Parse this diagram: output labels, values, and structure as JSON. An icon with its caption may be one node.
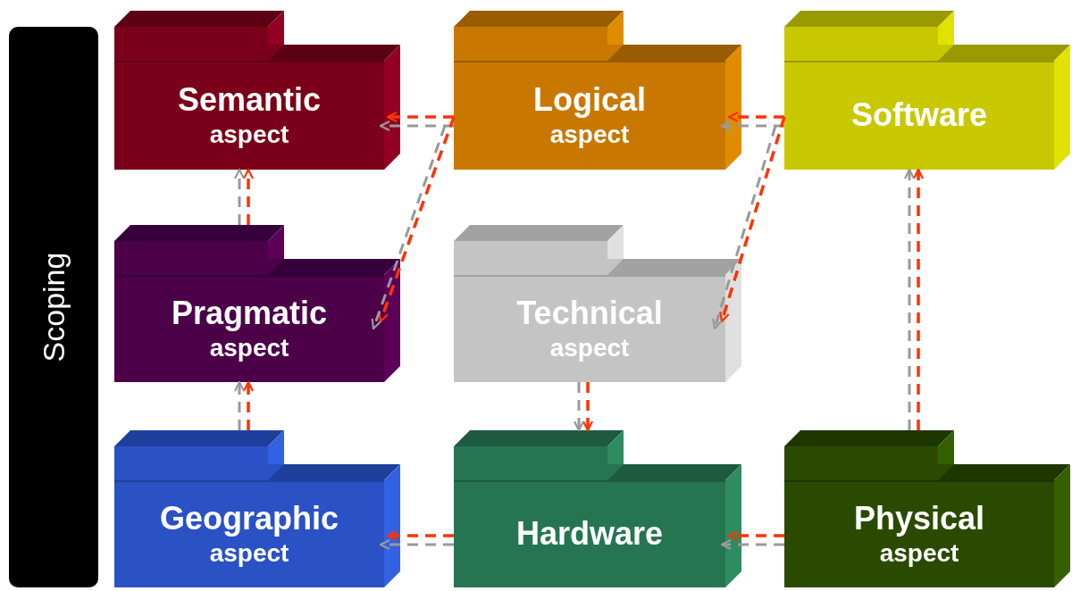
{
  "diagram": {
    "nodes": [
      {
        "text": [
          "Scoping"
        ]
      },
      {
        "text": [
          "Semantic",
          "aspect"
        ]
      },
      {
        "text": [
          "Logical",
          "aspect"
        ]
      },
      {
        "text": [
          "Software"
        ]
      },
      {
        "text": [
          "Pragmatic",
          "aspect"
        ]
      },
      {
        "text": [
          "Technical",
          "aspect"
        ]
      },
      {
        "text": [
          "Geographic",
          "aspect"
        ]
      },
      {
        "text": [
          "Hardware"
        ]
      },
      {
        "text": [
          "Physical",
          "aspect"
        ]
      }
    ],
    "edges": [
      {
        "from": 2,
        "to": 1,
        "arrow": "to",
        "style": "dashed",
        "color": "#ff3300"
      },
      {
        "from": 2,
        "to": 1,
        "arrow": "to",
        "style": "dashed",
        "color": "#999999"
      },
      {
        "from": 2,
        "to": 4,
        "arrow": "to",
        "style": "dashed",
        "color": "#ff3300"
      },
      {
        "from": 2,
        "to": 4,
        "arrow": "to",
        "style": "dashed",
        "color": "#999999"
      },
      {
        "from": 3,
        "to": 2,
        "arrow": "to",
        "style": "dashed",
        "color": "#ff3300"
      },
      {
        "from": 3,
        "to": 2,
        "arrow": "to",
        "style": "dashed",
        "color": "#999999"
      },
      {
        "from": 3,
        "to": 5,
        "arrow": "to",
        "style": "dashed",
        "color": "#ff3300"
      },
      {
        "from": 3,
        "to": 5,
        "arrow": "to",
        "style": "dashed",
        "color": "#999999"
      },
      {
        "from": 4,
        "to": 1,
        "arrow": "to",
        "style": "dashed",
        "color": "#ff3300"
      },
      {
        "from": 4,
        "to": 1,
        "arrow": "to",
        "style": "dashed",
        "color": "#999999"
      },
      {
        "from": 6,
        "to": 4,
        "arrow": "to",
        "style": "dashed",
        "color": "#ff3300"
      },
      {
        "from": 6,
        "to": 4,
        "arrow": "to",
        "style": "dashed",
        "color": "#999999"
      },
      {
        "from": 5,
        "to": 7,
        "arrow": "to",
        "style": "dashed",
        "color": "#ff3300"
      },
      {
        "from": 5,
        "to": 7,
        "arrow": "to",
        "style": "dashed",
        "color": "#999999"
      },
      {
        "from": 7,
        "to": 6,
        "arrow": "to",
        "style": "dashed",
        "color": "#ff3300"
      },
      {
        "from": 7,
        "to": 6,
        "arrow": "to",
        "style": "dashed",
        "color": "#999999"
      },
      {
        "from": 8,
        "to": 7,
        "arrow": "to",
        "style": "dashed",
        "color": "#ff3300"
      },
      {
        "from": 8,
        "to": 7,
        "arrow": "to",
        "style": "dashed",
        "color": "#999999"
      },
      {
        "from": 8,
        "to": 3,
        "arrow": "to",
        "style": "dashed",
        "color": "#ff3300"
      },
      {
        "from": 8,
        "to": 3,
        "arrow": "to",
        "style": "dashed",
        "color": "#999999"
      }
    ]
  }
}
